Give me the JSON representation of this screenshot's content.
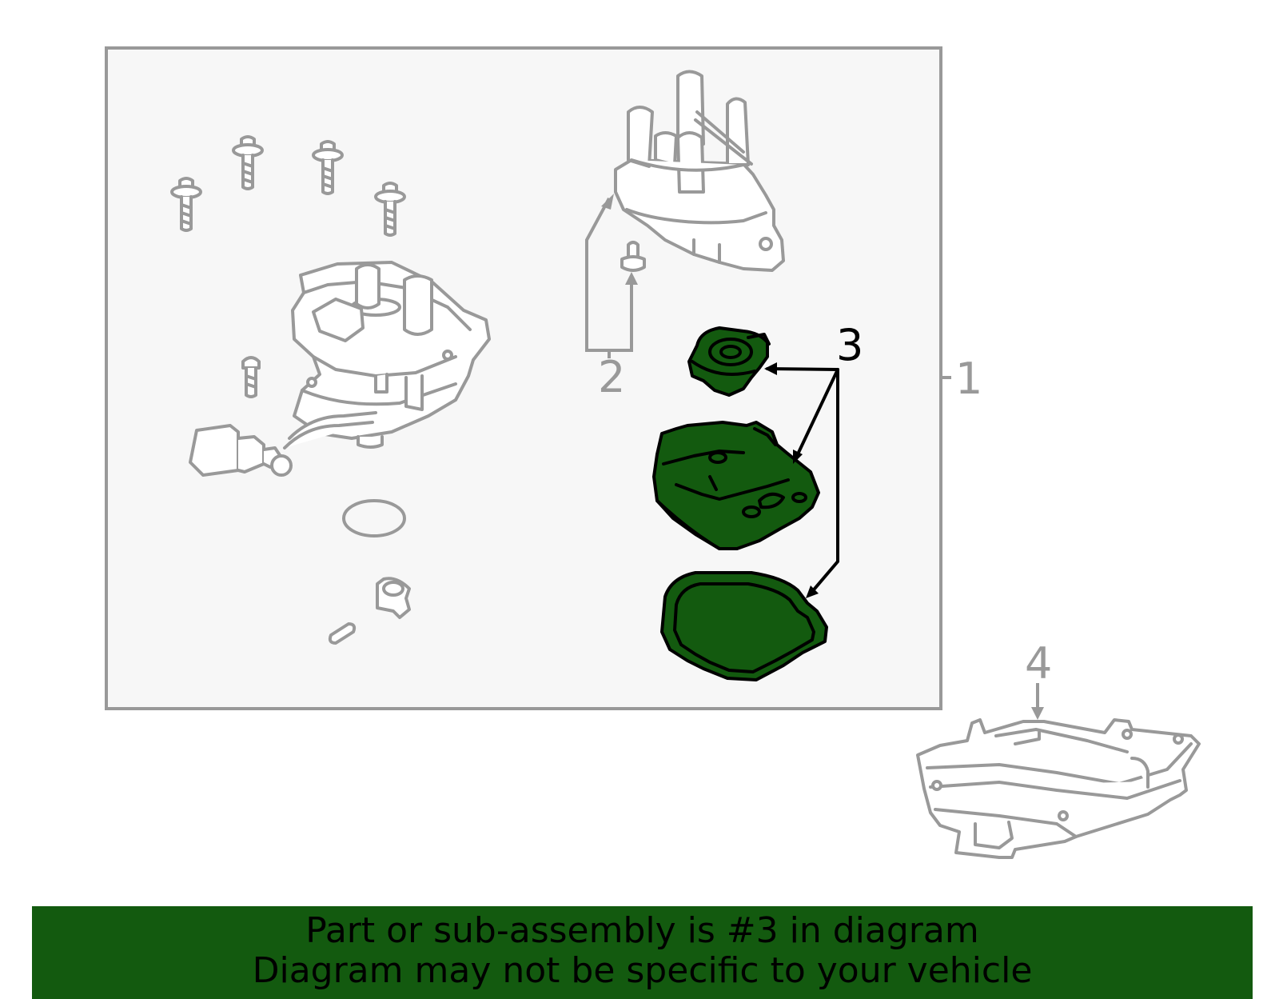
{
  "colors": {
    "highlight": "#135a0f",
    "line_gray": "#999999",
    "panel_bg": "#f7f7f7",
    "panel_border": "#999999",
    "banner_bg": "#135a0f",
    "highlight_outline": "#000000"
  },
  "callouts": {
    "assembly": "1",
    "screw": "2",
    "highlighted_part": "3",
    "control_module": "4"
  },
  "banner": {
    "line1": "Part or sub-assembly is #3 in diagram",
    "line2": "Diagram may not be specific to your vehicle"
  }
}
